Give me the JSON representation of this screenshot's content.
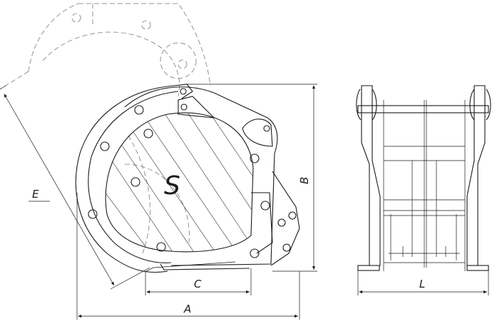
{
  "labels": {
    "area": "S",
    "width_overall": "A",
    "height": "B",
    "opening": "C",
    "reach": "E",
    "length_front": "L"
  }
}
